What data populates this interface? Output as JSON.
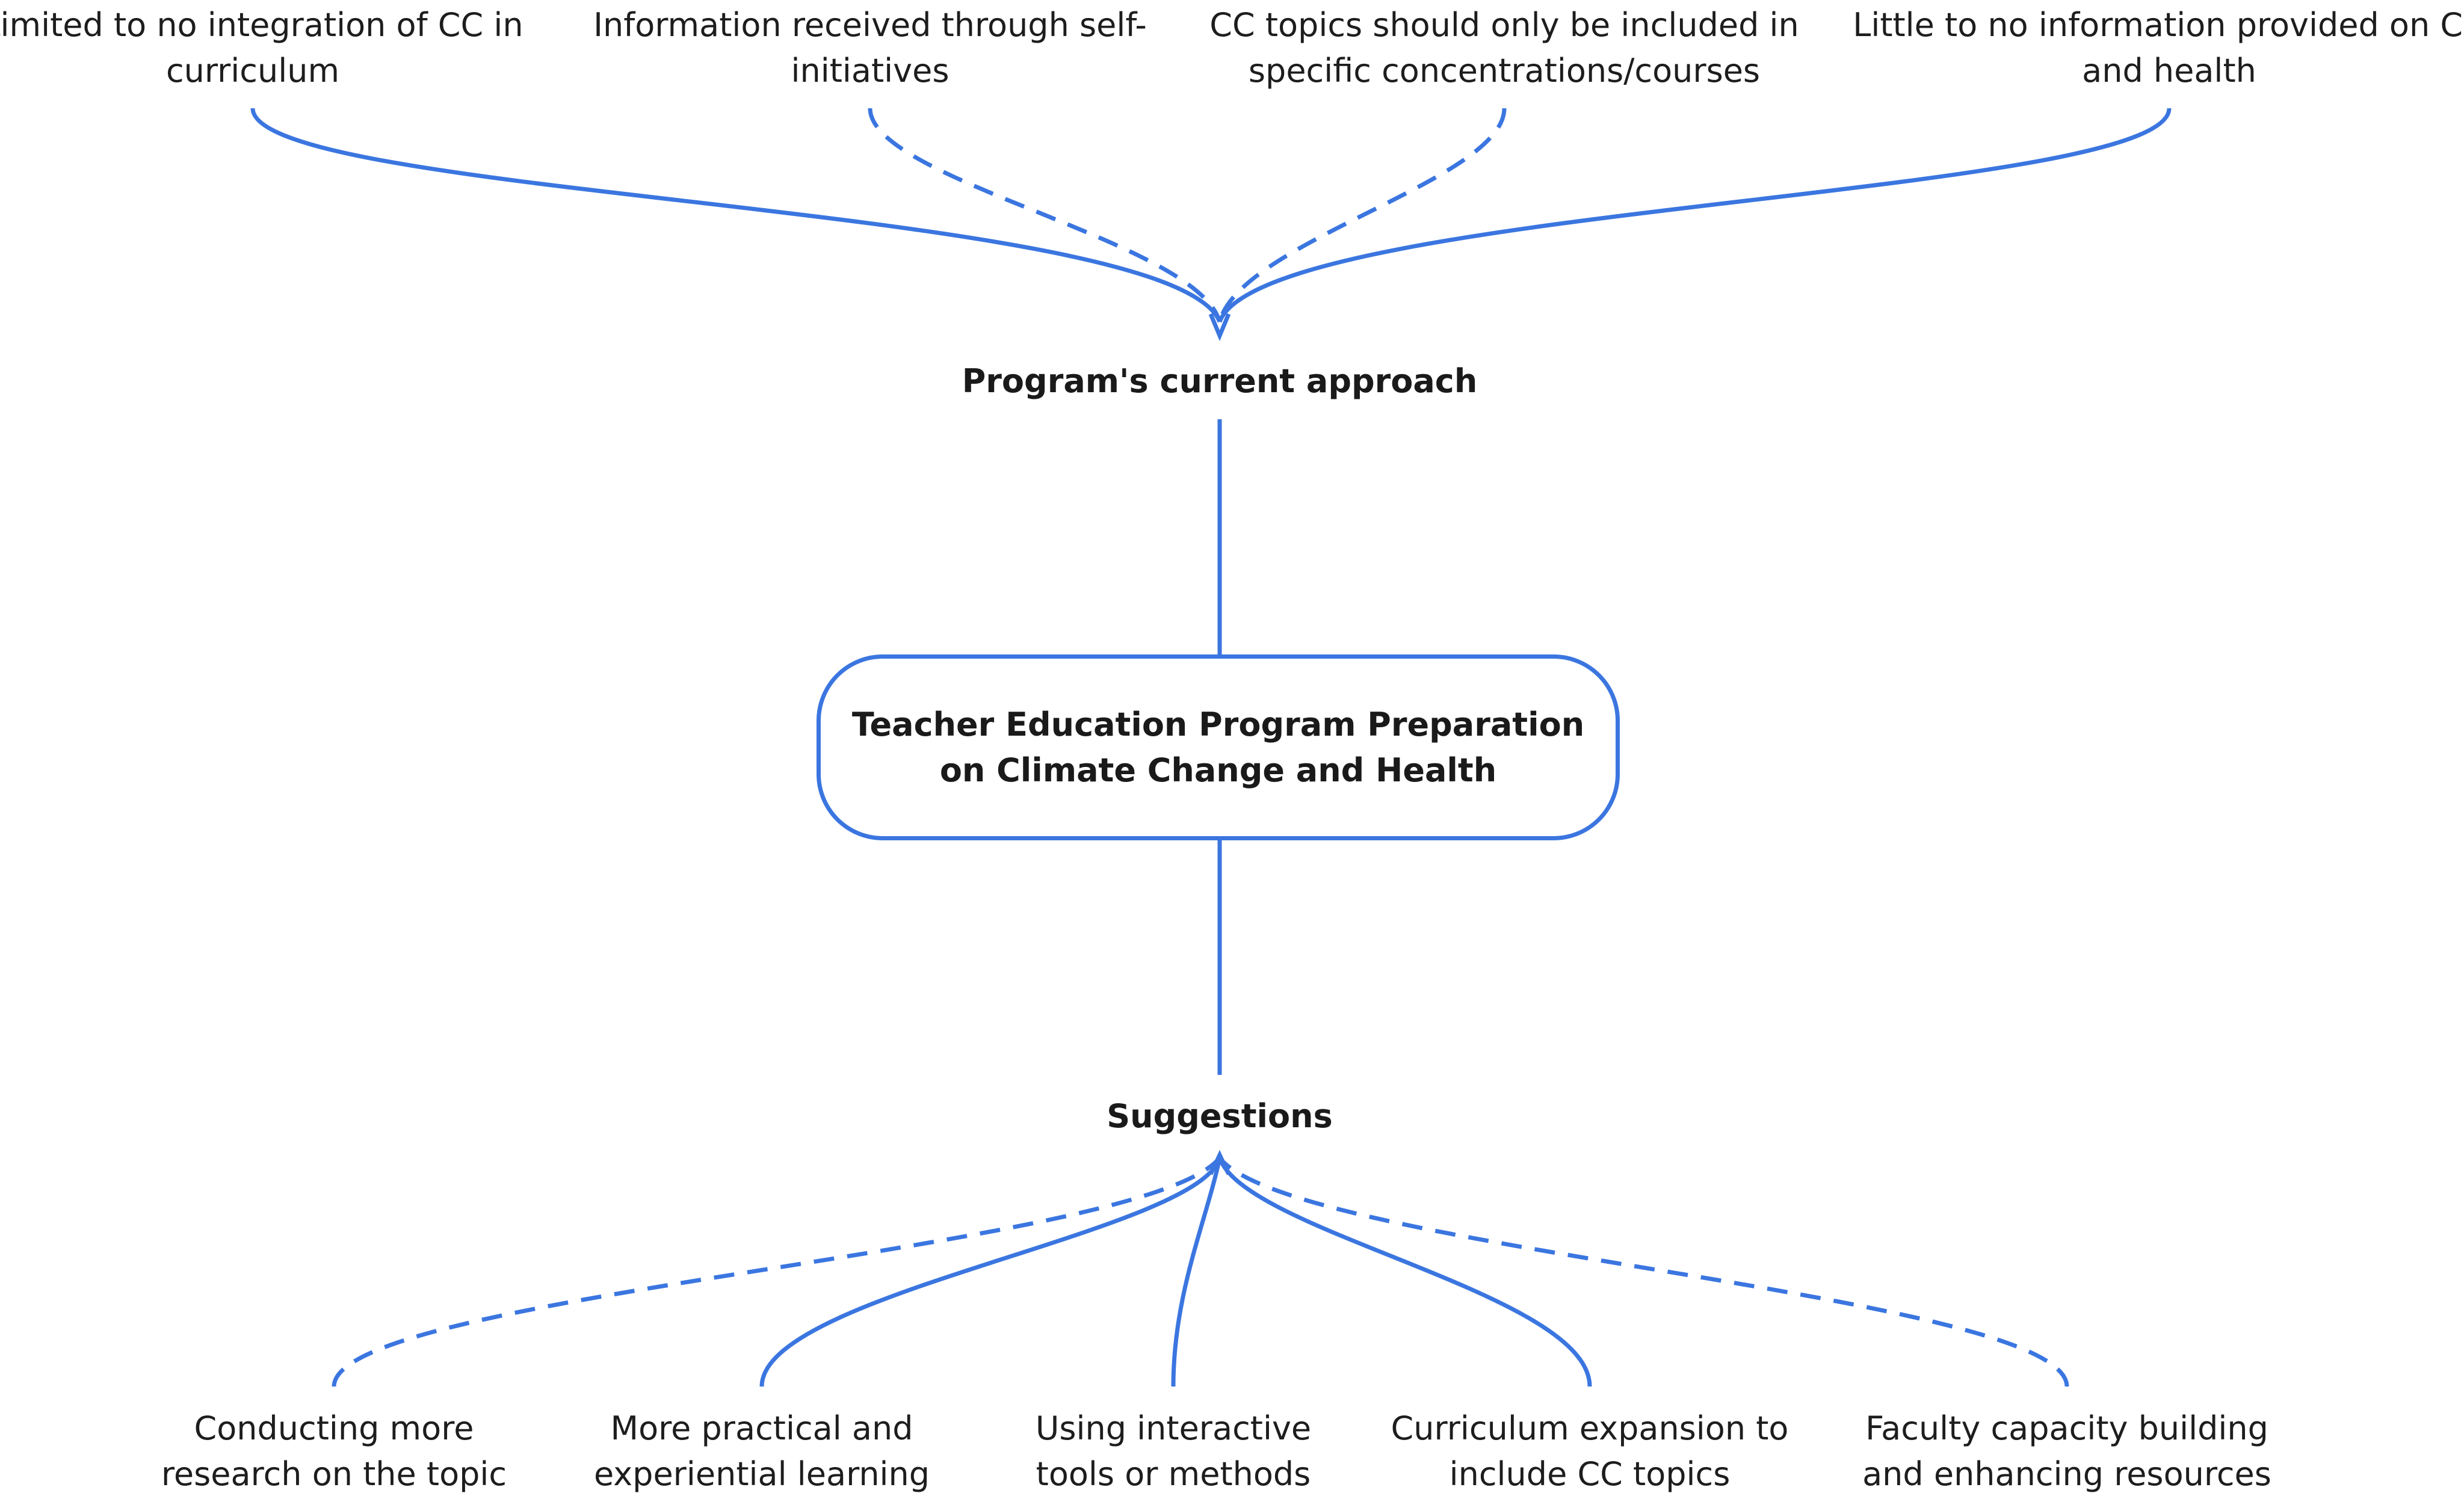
{
  "colors": {
    "accent": "#3b76e0",
    "text": "#1a1a1a",
    "background": "#ffffff"
  },
  "center": {
    "line1": "Teacher Education Program Preparation",
    "line2": "on Climate Change and Health"
  },
  "top_heading": "Program's current approach",
  "bottom_heading": "Suggestions",
  "current_approach": [
    {
      "line1": "Limited to no integration of CC in",
      "line2": "curriculum",
      "link": "solid"
    },
    {
      "line1": "Information received through self-",
      "line2": "initiatives",
      "link": "dashed"
    },
    {
      "line1": "CC topics should only be included in",
      "line2": "specific concentrations/courses",
      "link": "dashed"
    },
    {
      "line1": "Little to no information provided on CC",
      "line2": "and health",
      "link": "solid"
    }
  ],
  "suggestions": [
    {
      "line1": "Conducting more",
      "line2": "research on the topic",
      "link": "dashed"
    },
    {
      "line1": "More practical and",
      "line2": "experiential learning",
      "link": "solid"
    },
    {
      "line1": "Using interactive",
      "line2": "tools or methods",
      "link": "solid"
    },
    {
      "line1": "Curriculum expansion to",
      "line2": "include CC topics",
      "link": "solid"
    },
    {
      "line1": "Faculty capacity building",
      "line2": "and enhancing resources",
      "link": "dashed"
    }
  ]
}
